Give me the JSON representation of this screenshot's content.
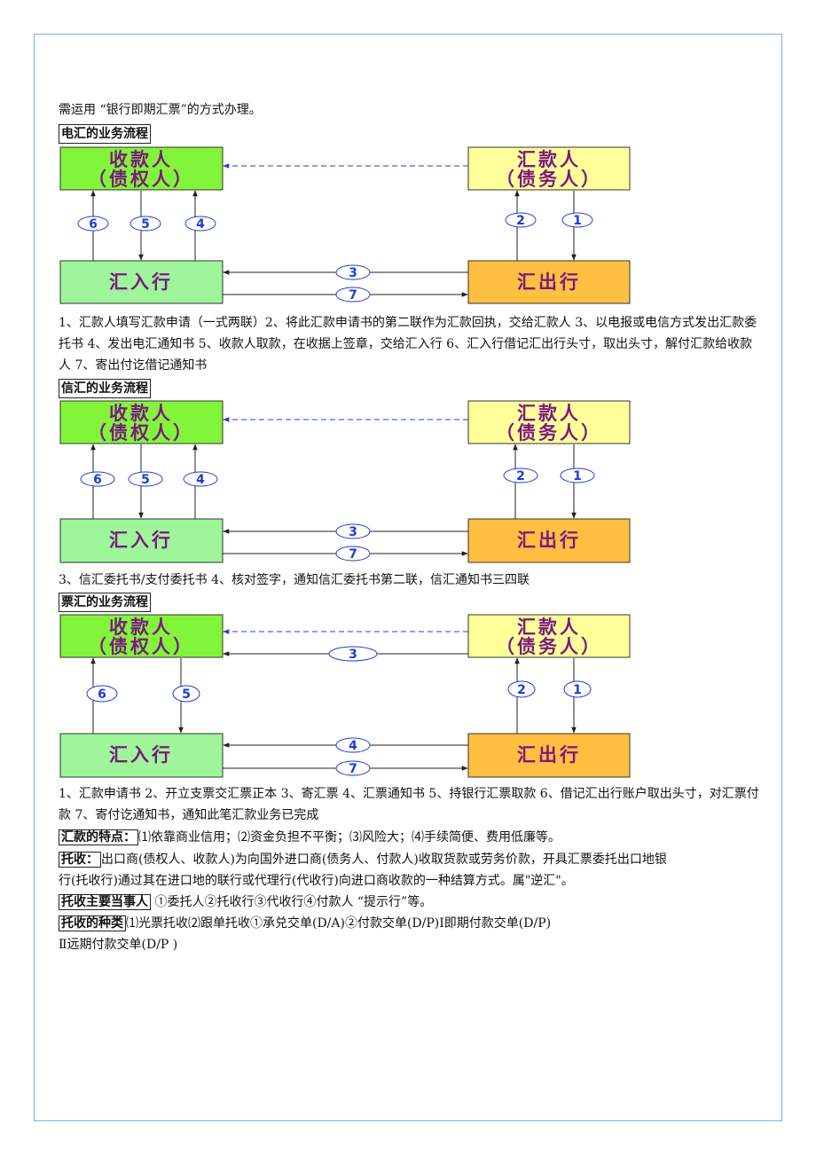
{
  "intro": "需运用 “银行即期汇票”的方式办理。",
  "sections": {
    "telegraphic": {
      "heading": "电汇的业务流程",
      "note": "1、汇款人填写汇款申请（一式两联）2、将此汇款申请书的第二联作为汇款回执，交给汇款人 3、以电报或电信方式发出汇款委托书 4、发出电汇通知书 5、收款人取款，在收据上签章，交给汇入行 6、汇入行借记汇出行头寸，取出头寸，解付汇款给收款人 7、寄出付讫借记通知书"
    },
    "mail": {
      "heading": "信汇的业务流程",
      "note": "3、信汇委托书/支付委托书 4、核对签字，通知信汇委托书第二联，信汇通知书三四联"
    },
    "draft": {
      "heading": "票汇的业务流程",
      "note": "1、汇款申请书 2、开立支票交汇票正本 3、寄汇票 4、汇票通知书 5、持银行汇票取款 6、借记汇出行账户取出头寸，对汇票付款 7、寄付讫通知书，通知此笔汇款业务已完成"
    }
  },
  "diagram_labels": {
    "payee_line1": "收款人",
    "payee_line2": "（债权人）",
    "remitter_line1": "汇款人",
    "remitter_line2": "（债务人）",
    "paying_bank": "汇入行",
    "remitting_bank": "汇出行"
  },
  "step_numbers": {
    "telegraphic": [
      "6",
      "5",
      "4",
      "2",
      "1",
      "3",
      "7"
    ],
    "mail": [
      "6",
      "5",
      "4",
      "2",
      "1",
      "3",
      "7"
    ],
    "draft": [
      "3",
      "6",
      "5",
      "2",
      "1",
      "4",
      "7"
    ]
  },
  "colors": {
    "payee_box": "#82f53a",
    "remitter_box": "#ffff99",
    "paying_bank_box": "#9ef59a",
    "remitting_bank_box": "#ffbf40",
    "box_text": "#7a1a80",
    "step_numbers": "#1c3dd6",
    "dashed_arrow": "#2a3ad6",
    "frame_border": "#6fb7e6"
  },
  "features": {
    "label": "汇款的特点：",
    "text": "⑴依靠商业信用；⑵资金负担不平衡；⑶风险大；⑷手续简便、费用低廉等。"
  },
  "collection": {
    "label": "托收：",
    "line1": "出口商(债权人、收款人)为向国外进口商(债务人、付款人)收取货款或劳务价款，开具汇票委托出口地银",
    "line2": "行(托收行)通过其在进口地的联行或代理行(代收行)向进口商收款的一种结算方式。属\"逆汇\"。"
  },
  "parties": {
    "label": "托收主要当事人",
    "text": " ①委托人②托收行③代收行④付款人 “提示行”等。"
  },
  "types": {
    "label": "托收的种类",
    "line1": "⑴光票托收⑵跟单托收①承兑交单(D/A)②付款交单(D/P)Ⅰ即期付款交单(D/P)",
    "line2": "Ⅱ远期付款交单(D/P )"
  }
}
